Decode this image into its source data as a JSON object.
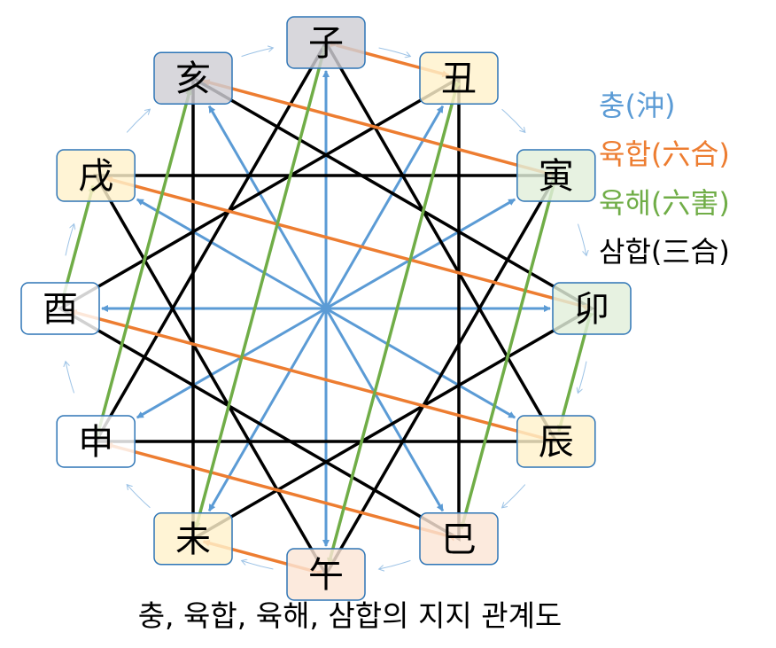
{
  "nodes": [
    {
      "id": "ja",
      "label": "子",
      "fill": "#d0ced4"
    },
    {
      "id": "chuk",
      "label": "丑",
      "fill": "#fff2cc"
    },
    {
      "id": "in",
      "label": "寅",
      "fill": "#e2efda"
    },
    {
      "id": "myo",
      "label": "卯",
      "fill": "#e2efda"
    },
    {
      "id": "jin",
      "label": "辰",
      "fill": "#fff2cc"
    },
    {
      "id": "sa",
      "label": "巳",
      "fill": "#fbe5d6"
    },
    {
      "id": "o",
      "label": "午",
      "fill": "#fbe5d6"
    },
    {
      "id": "mi",
      "label": "未",
      "fill": "#fff2cc"
    },
    {
      "id": "sin",
      "label": "申",
      "fill": "#ffffff"
    },
    {
      "id": "yu",
      "label": "酉",
      "fill": "#ffffff"
    },
    {
      "id": "sul",
      "label": "戌",
      "fill": "#fff2cc"
    },
    {
      "id": "hae",
      "label": "亥",
      "fill": "#d0ced4"
    }
  ],
  "colors": {
    "chung": "#5b9bd5",
    "yukhap": "#ed7d31",
    "yukhae": "#70ad47",
    "samhap": "#000000",
    "border": "#2e75b6",
    "cycle": "#9dc3e6"
  },
  "legend": {
    "chung": {
      "ko": "충",
      "hanja": "(沖)"
    },
    "yukhap": {
      "ko": "육합",
      "hanja": "(六合)"
    },
    "yukhae": {
      "ko": "육해",
      "hanja": "(六害)"
    },
    "samhap": {
      "ko": "삼합",
      "hanja": "(三合)"
    }
  },
  "caption": "충, 육합, 육해, 삼합의 지지 관계도",
  "relations": {
    "chung": [
      [
        0,
        6
      ],
      [
        1,
        7
      ],
      [
        2,
        8
      ],
      [
        3,
        9
      ],
      [
        4,
        10
      ],
      [
        5,
        11
      ]
    ],
    "yukhap": [
      [
        0,
        1
      ],
      [
        2,
        11
      ],
      [
        3,
        10
      ],
      [
        4,
        9
      ],
      [
        5,
        8
      ],
      [
        6,
        7
      ]
    ],
    "yukhae": [
      [
        0,
        7
      ],
      [
        1,
        6
      ],
      [
        2,
        5
      ],
      [
        3,
        4
      ],
      [
        8,
        11
      ],
      [
        9,
        10
      ]
    ],
    "samhap": [
      [
        0,
        4,
        8
      ],
      [
        1,
        5,
        9
      ],
      [
        2,
        6,
        10
      ],
      [
        3,
        7,
        11
      ]
    ]
  }
}
